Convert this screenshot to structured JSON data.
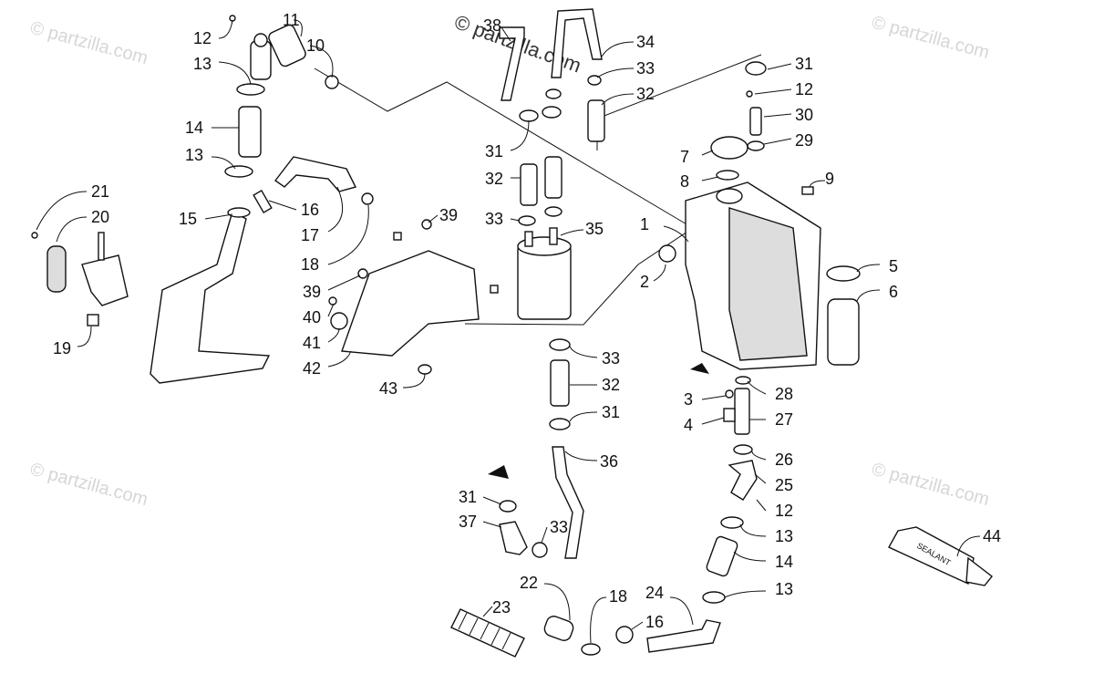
{
  "watermark": {
    "main": "© partzilla.com",
    "tile": "© partzilla.com"
  },
  "sealant_label": "SEALANT",
  "callouts": [
    {
      "id": "1",
      "label": "1"
    },
    {
      "id": "2",
      "label": "2"
    },
    {
      "id": "3",
      "label": "3"
    },
    {
      "id": "4",
      "label": "4"
    },
    {
      "id": "5",
      "label": "5"
    },
    {
      "id": "6",
      "label": "6"
    },
    {
      "id": "7",
      "label": "7"
    },
    {
      "id": "8",
      "label": "8"
    },
    {
      "id": "9",
      "label": "9"
    },
    {
      "id": "10",
      "label": "10"
    },
    {
      "id": "11",
      "label": "11"
    },
    {
      "id": "12a",
      "label": "12"
    },
    {
      "id": "12b",
      "label": "12"
    },
    {
      "id": "12c",
      "label": "12"
    },
    {
      "id": "13a",
      "label": "13"
    },
    {
      "id": "13b",
      "label": "13"
    },
    {
      "id": "13c",
      "label": "13"
    },
    {
      "id": "13d",
      "label": "13"
    },
    {
      "id": "14a",
      "label": "14"
    },
    {
      "id": "14b",
      "label": "14"
    },
    {
      "id": "15",
      "label": "15"
    },
    {
      "id": "16a",
      "label": "16"
    },
    {
      "id": "16b",
      "label": "16"
    },
    {
      "id": "17",
      "label": "17"
    },
    {
      "id": "18a",
      "label": "18"
    },
    {
      "id": "18b",
      "label": "18"
    },
    {
      "id": "19",
      "label": "19"
    },
    {
      "id": "20",
      "label": "20"
    },
    {
      "id": "21",
      "label": "21"
    },
    {
      "id": "22",
      "label": "22"
    },
    {
      "id": "23",
      "label": "23"
    },
    {
      "id": "24",
      "label": "24"
    },
    {
      "id": "25",
      "label": "25"
    },
    {
      "id": "26",
      "label": "26"
    },
    {
      "id": "27",
      "label": "27"
    },
    {
      "id": "28",
      "label": "28"
    },
    {
      "id": "29",
      "label": "29"
    },
    {
      "id": "30",
      "label": "30"
    },
    {
      "id": "31a",
      "label": "31"
    },
    {
      "id": "31b",
      "label": "31"
    },
    {
      "id": "31c",
      "label": "31"
    },
    {
      "id": "31d",
      "label": "31"
    },
    {
      "id": "32a",
      "label": "32"
    },
    {
      "id": "32b",
      "label": "32"
    },
    {
      "id": "32c",
      "label": "32"
    },
    {
      "id": "33a",
      "label": "33"
    },
    {
      "id": "33b",
      "label": "33"
    },
    {
      "id": "33c",
      "label": "33"
    },
    {
      "id": "33d",
      "label": "33"
    },
    {
      "id": "34",
      "label": "34"
    },
    {
      "id": "35",
      "label": "35"
    },
    {
      "id": "36",
      "label": "36"
    },
    {
      "id": "37",
      "label": "37"
    },
    {
      "id": "38",
      "label": "38"
    },
    {
      "id": "39a",
      "label": "39"
    },
    {
      "id": "39b",
      "label": "39"
    },
    {
      "id": "40",
      "label": "40"
    },
    {
      "id": "41",
      "label": "41"
    },
    {
      "id": "42",
      "label": "42"
    },
    {
      "id": "43",
      "label": "43"
    },
    {
      "id": "44",
      "label": "44"
    }
  ]
}
